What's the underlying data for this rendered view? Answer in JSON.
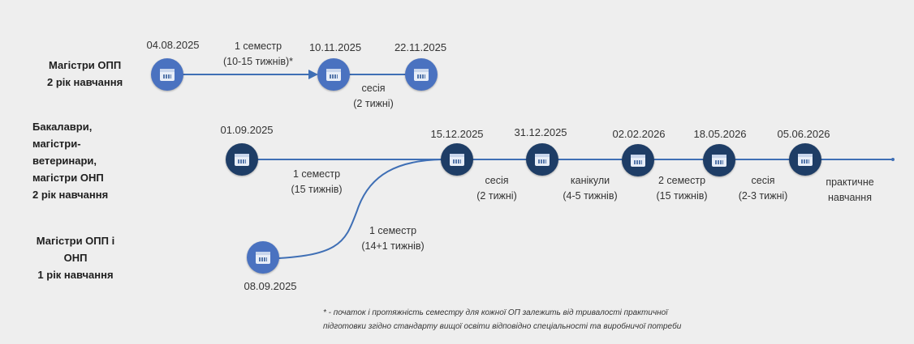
{
  "rows": [
    {
      "label": [
        "Магістри ОПП",
        "2 рік навчання"
      ]
    },
    {
      "label": [
        "Бакалаври,",
        "магістри-",
        "ветеринари,",
        "магістри ОНП",
        "2 рік навчання"
      ]
    },
    {
      "label": [
        "Магістри ОПП і",
        "ОНП",
        "1 рік навчання"
      ]
    }
  ],
  "top": {
    "dates": [
      "04.08.2025",
      "10.11.2025",
      "22.11.2025"
    ],
    "segments": [
      {
        "line1": "1 семестр",
        "line2": "(10-15 тижнів)*"
      },
      {
        "line1": "сесія",
        "line2": "(2 тижні)"
      }
    ]
  },
  "middle": {
    "dates": [
      "01.09.2025",
      "15.12.2025",
      "31.12.2025",
      "02.02.2026",
      "18.05.2026",
      "05.06.2026"
    ],
    "segments": [
      {
        "line1": "1 семестр",
        "line2": "(15 тижнів)"
      },
      {
        "line1": "сесія",
        "line2": "(2 тижні)"
      },
      {
        "line1": "канікули",
        "line2": "(4-5 тижнів)"
      },
      {
        "line1": "2 семестр",
        "line2": "(15 тижнів)"
      },
      {
        "line1": "сесія",
        "line2": "(2-3 тижні)"
      },
      {
        "line1": "практичне",
        "line2": "навчання"
      }
    ]
  },
  "bottom": {
    "dates": [
      "08.09.2025"
    ],
    "segments": [
      {
        "line1": "1 семестр",
        "line2": "(14+1 тижнів)"
      }
    ]
  },
  "footnote": [
    "* - початок і протяжність семестру для кожної ОП залежить від тривалості практичної",
    "підготовки згідно стандарту вищої освіти відповідно спеціальності та виробничої потреби"
  ],
  "icons": {
    "node": "calendar-icon"
  },
  "colors": {
    "light_node": "#4a72c0",
    "dark_node": "#1e3d66",
    "line": "#3f6fb5"
  }
}
